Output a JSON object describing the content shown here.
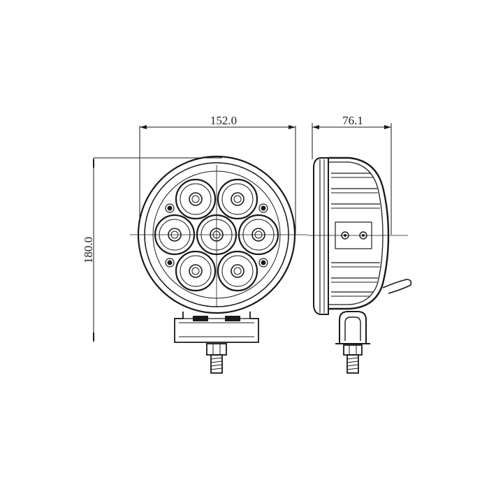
{
  "dimensions": {
    "width_label": "152.0",
    "depth_label": "76.1",
    "height_label": "180.0"
  },
  "front_view": {
    "led_count": 7,
    "screw_count": 4
  },
  "side_view": {
    "rivet_count": 2
  },
  "colors": {
    "line": "#1a1a1a",
    "background": "#ffffff",
    "text": "#222222"
  }
}
